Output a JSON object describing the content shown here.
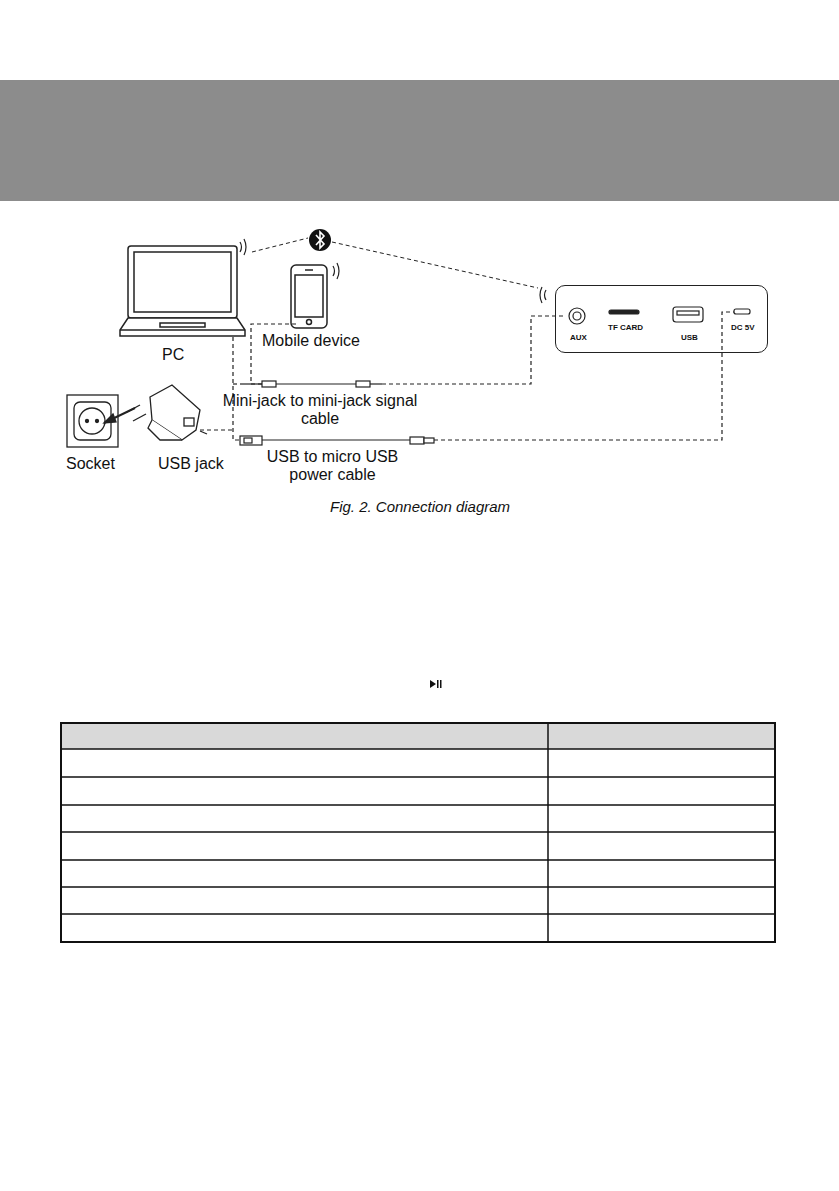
{
  "diagram": {
    "caption": "Fig. 2. Connection diagram",
    "nodes": [
      {
        "text": [
          "AUX",
          "TF CARD",
          "USB",
          "DC 5V"
        ]
      }
    ],
    "labels": [
      "PC",
      "Mobile device",
      "Mini-jack to mini-jack signal cable",
      "Socket",
      "USB jack",
      "USB to micro USB power cable"
    ]
  }
}
